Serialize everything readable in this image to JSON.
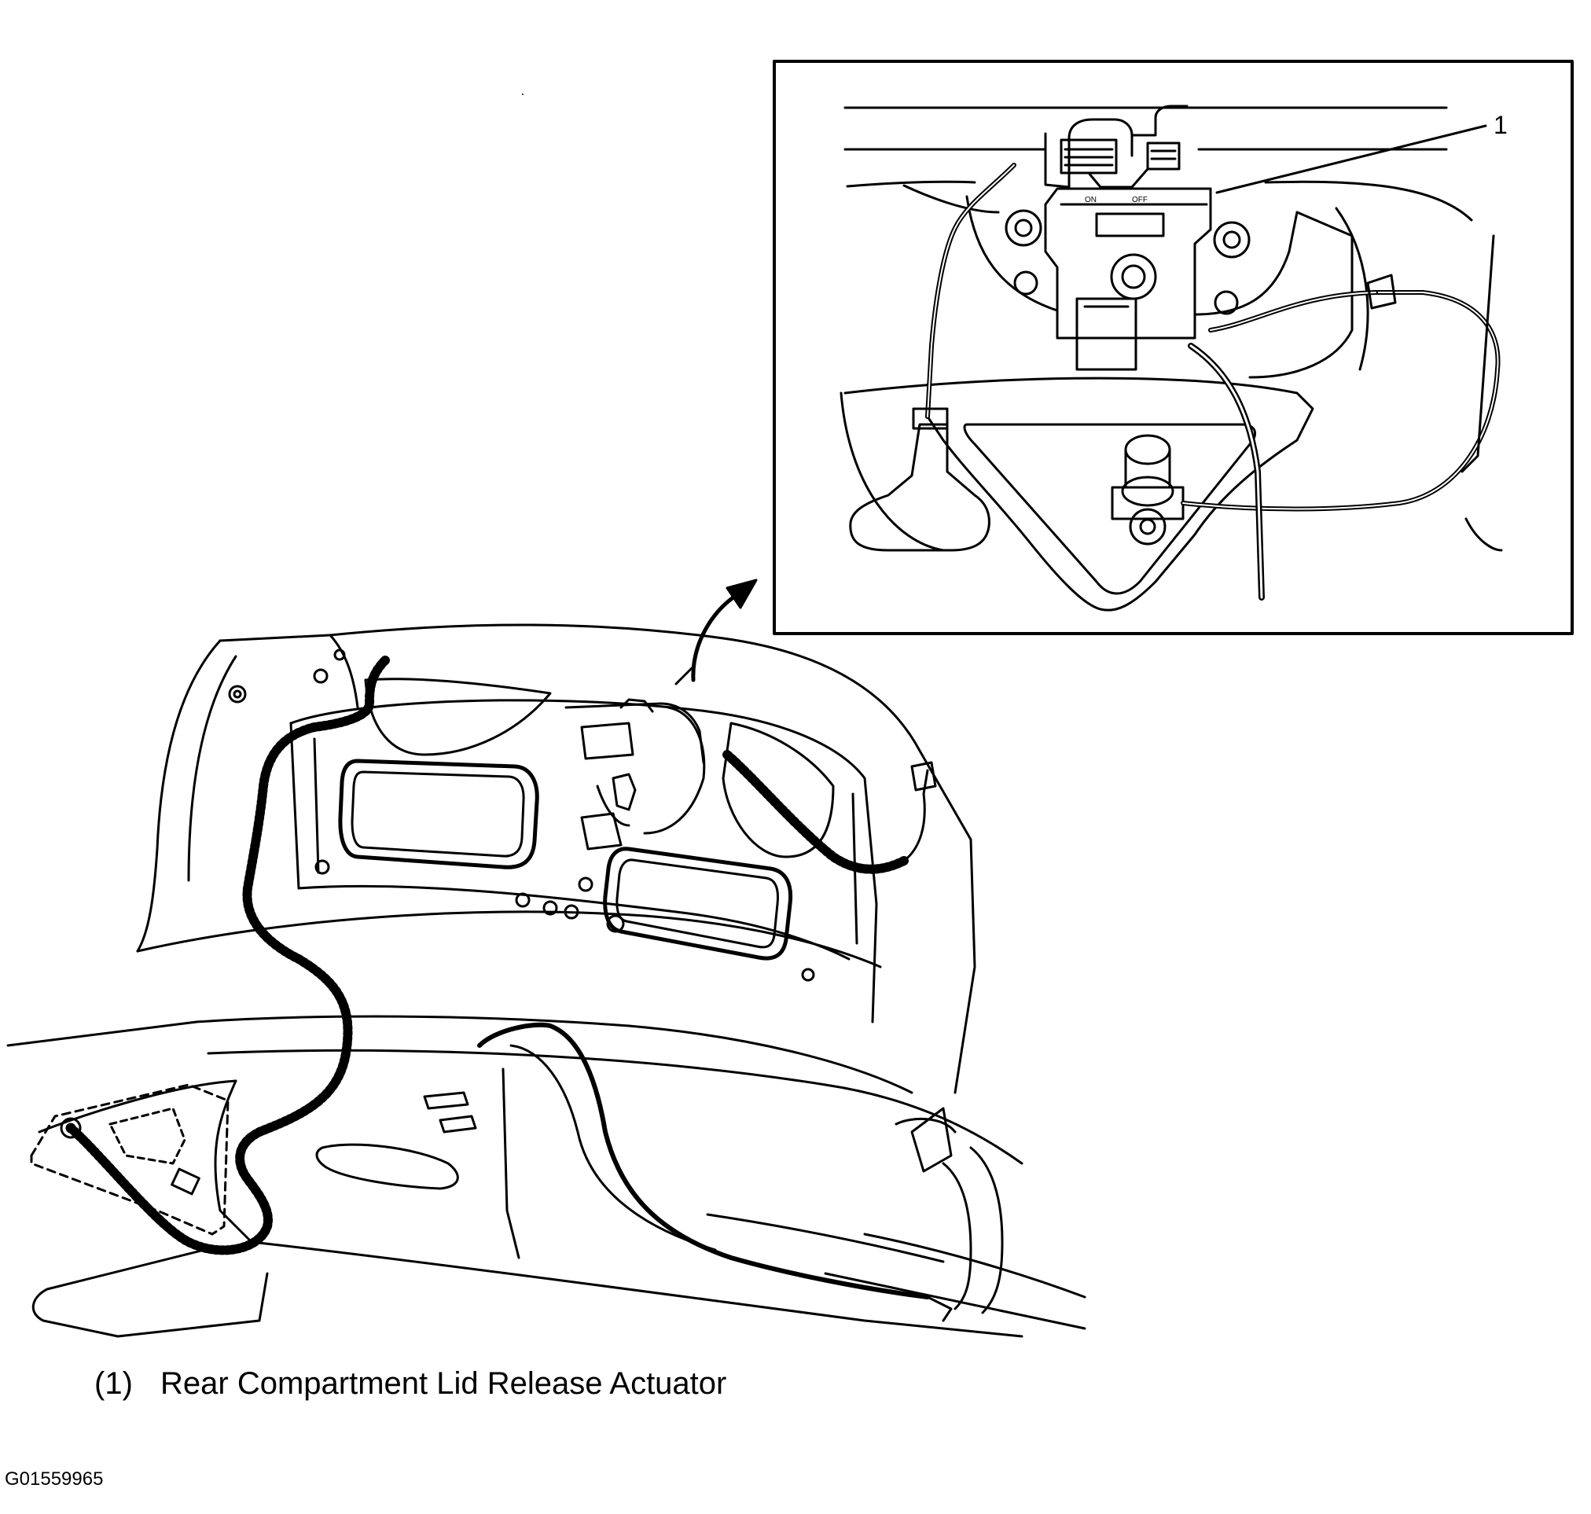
{
  "callout": {
    "number": "1"
  },
  "legend": [
    {
      "number": "(1)",
      "label": "Rear Compartment Lid Release Actuator"
    }
  ],
  "figure_id": "G01559965",
  "icons": {
    "arrow": "curved-arrow-icon"
  }
}
